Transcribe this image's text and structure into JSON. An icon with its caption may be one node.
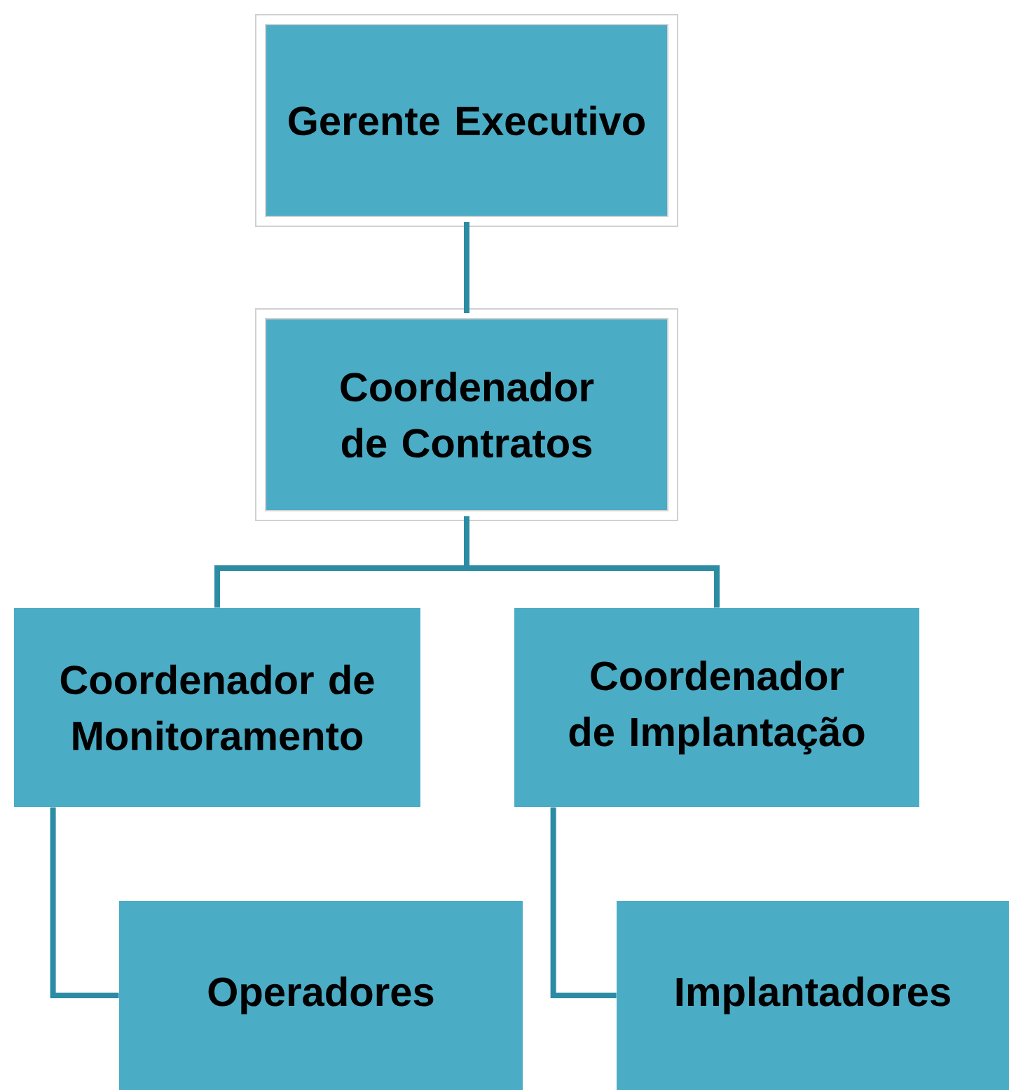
{
  "diagram": {
    "nodes": [
      {
        "text": [
          "Gerente Executivo"
        ]
      },
      {
        "text": [
          "Coordenador de Contratos"
        ]
      },
      {
        "text": [
          "Coordenador de Monitoramento"
        ]
      },
      {
        "text": [
          "Coordenador de Implantação"
        ]
      },
      {
        "text": [
          "Operadores"
        ]
      },
      {
        "text": [
          "Implantadores"
        ]
      }
    ],
    "edges": [
      {
        "from": 0,
        "to": 1,
        "arrow": "none"
      },
      {
        "from": 1,
        "to": 2,
        "arrow": "none"
      },
      {
        "from": 1,
        "to": 3,
        "arrow": "none"
      },
      {
        "from": 2,
        "to": 4,
        "arrow": "none"
      },
      {
        "from": 3,
        "to": 5,
        "arrow": "none"
      }
    ]
  }
}
